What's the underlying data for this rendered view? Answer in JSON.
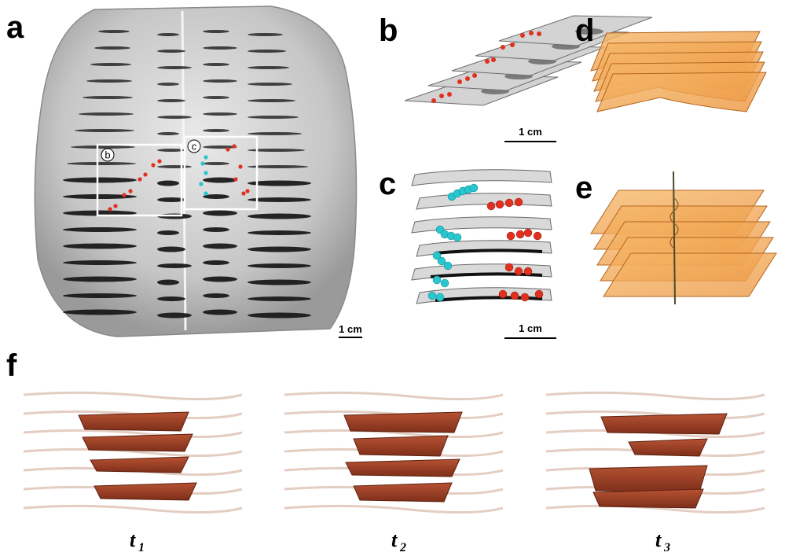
{
  "panels": {
    "a": "a",
    "b": "b",
    "c": "c",
    "d": "d",
    "e": "e",
    "f": "f"
  },
  "insets": {
    "b": "b",
    "c": "c"
  },
  "scale_bars": {
    "a": "1 cm",
    "b": "1 cm",
    "c": "1 cm"
  },
  "time_labels": [
    {
      "t": "t",
      "sub": "1"
    },
    {
      "t": "t",
      "sub": "2"
    },
    {
      "t": "t",
      "sub": "3"
    }
  ],
  "colors": {
    "tissue": "#c8c8c8",
    "dark_slit": "#1a1a1a",
    "red_beads": "#e0301e",
    "cyan_beads": "#27c7cf",
    "orange_sheet": "#f0a04b",
    "sheet_edge": "#b5651d",
    "ramp": "#9a3f25",
    "haze": "#d9b8a8"
  }
}
